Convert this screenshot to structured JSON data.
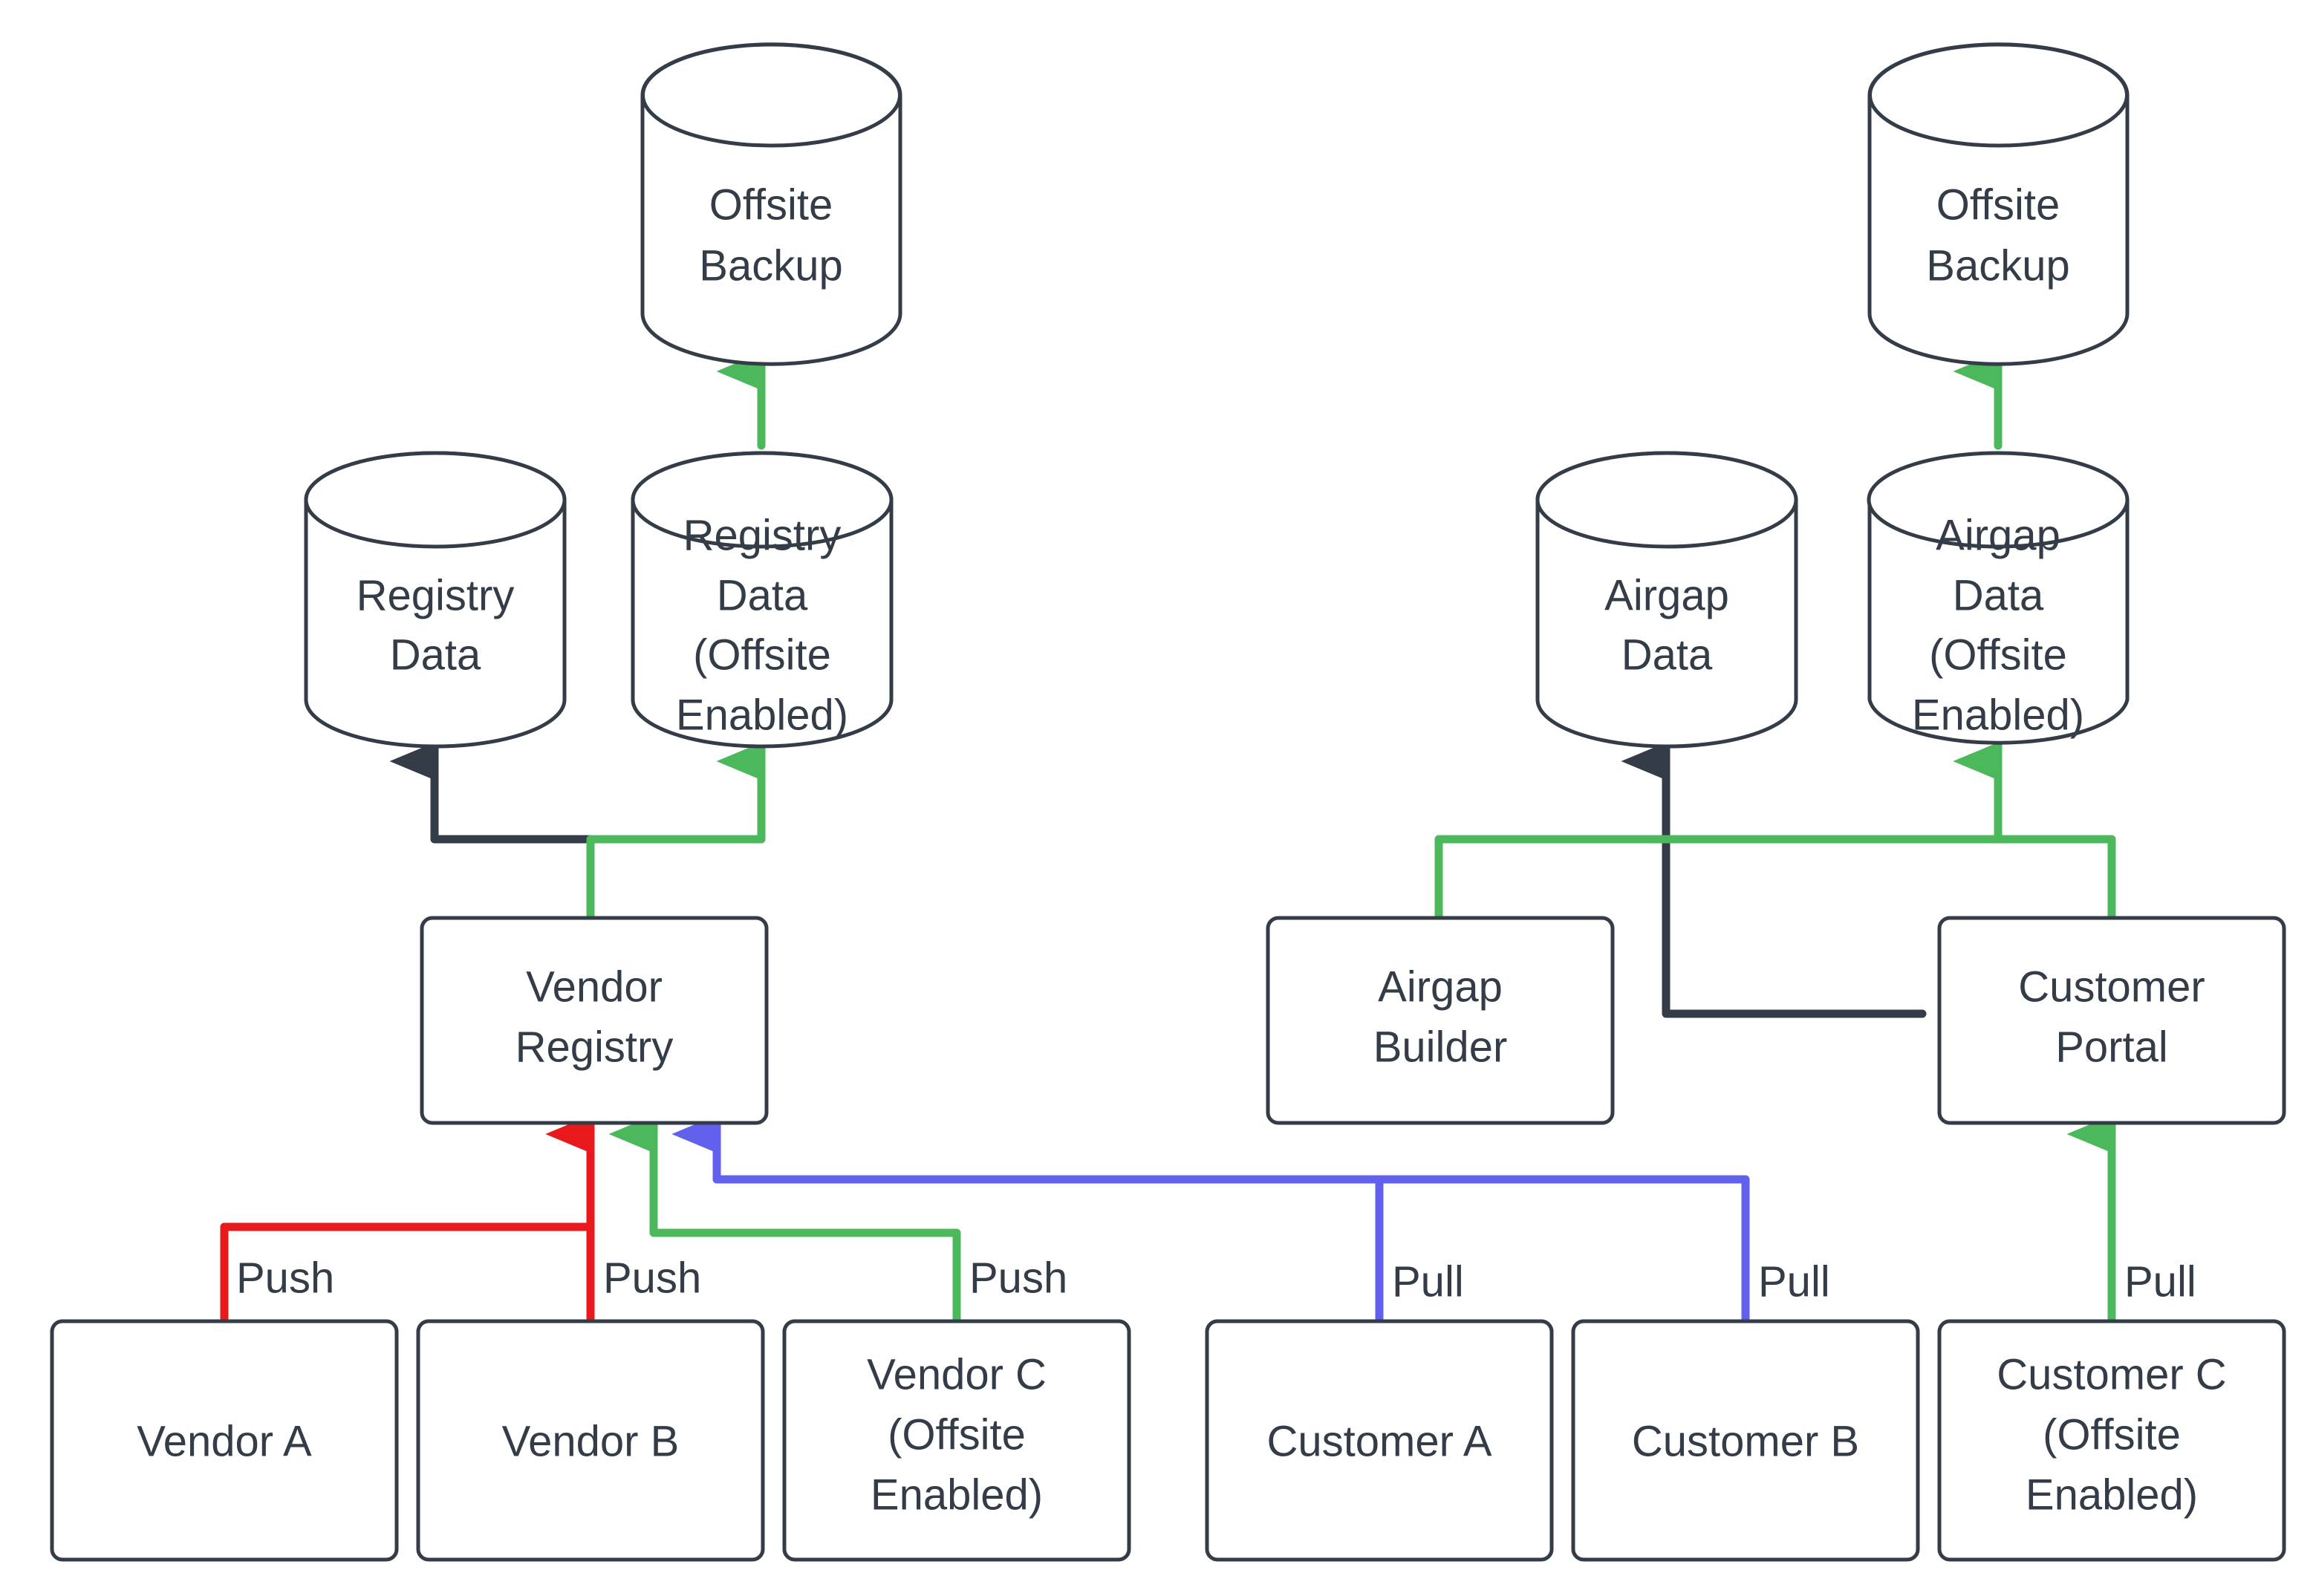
{
  "diagram": {
    "title": "Vendor Registry and Airgap Data Flow",
    "background": "#ffffff",
    "colors": {
      "stroke": "#333C47",
      "text": "#333C47",
      "green": "#4CB85C",
      "red": "#E8191B",
      "blue": "#6161EE",
      "dark": "#333C47"
    }
  },
  "nodes": {
    "offsite_backup_left": {
      "label_line1": "Offsite",
      "label_line2": "Backup",
      "shape": "cylinder"
    },
    "offsite_backup_right": {
      "label_line1": "Offsite",
      "label_line2": "Backup",
      "shape": "cylinder"
    },
    "registry_data": {
      "label_line1": "Registry",
      "label_line2": "Data",
      "shape": "cylinder"
    },
    "registry_data_offsite": {
      "label_line1": "Registry",
      "label_line2": "Data",
      "label_line3": "(Offsite",
      "label_line4": "Enabled)",
      "shape": "cylinder"
    },
    "airgap_data": {
      "label_line1": "Airgap",
      "label_line2": "Data",
      "shape": "cylinder"
    },
    "airgap_data_offsite": {
      "label_line1": "Airgap",
      "label_line2": "Data",
      "label_line3": "(Offsite",
      "label_line4": "Enabled)",
      "shape": "cylinder"
    },
    "vendor_registry": {
      "label_line1": "Vendor",
      "label_line2": "Registry",
      "shape": "rounded-rect"
    },
    "airgap_builder": {
      "label_line1": "Airgap",
      "label_line2": "Builder",
      "shape": "rounded-rect"
    },
    "customer_portal": {
      "label_line1": "Customer",
      "label_line2": "Portal",
      "shape": "rounded-rect"
    },
    "vendor_a": {
      "label_line1": "Vendor A",
      "shape": "rounded-rect"
    },
    "vendor_b": {
      "label_line1": "Vendor B",
      "shape": "rounded-rect"
    },
    "vendor_c": {
      "label_line1": "Vendor C",
      "label_line2": "(Offsite",
      "label_line3": "Enabled)",
      "shape": "rounded-rect"
    },
    "customer_a": {
      "label_line1": "Customer A",
      "shape": "rounded-rect"
    },
    "customer_b": {
      "label_line1": "Customer B",
      "shape": "rounded-rect"
    },
    "customer_c": {
      "label_line1": "Customer C",
      "label_line2": "(Offsite",
      "label_line3": "Enabled)",
      "shape": "rounded-rect"
    }
  },
  "edge_labels": {
    "vendor_a_push": "Push",
    "vendor_b_push": "Push",
    "vendor_c_push": "Push",
    "customer_a_pull": "Pull",
    "customer_b_pull": "Pull",
    "customer_c_pull": "Pull"
  },
  "edges": [
    {
      "from": "registry_data_offsite",
      "to": "offsite_backup_left",
      "color": "green"
    },
    {
      "from": "airgap_data_offsite",
      "to": "offsite_backup_right",
      "color": "green"
    },
    {
      "from": "vendor_registry",
      "to": "registry_data",
      "color": "dark"
    },
    {
      "from": "vendor_registry",
      "to": "registry_data_offsite",
      "color": "green"
    },
    {
      "from": "customer_portal",
      "to": "airgap_data",
      "color": "dark"
    },
    {
      "from": "airgap_builder",
      "to": "airgap_data_offsite",
      "color": "green"
    },
    {
      "from": "customer_portal",
      "to": "airgap_data_offsite",
      "color": "green"
    },
    {
      "from": "vendor_a",
      "to": "vendor_registry",
      "color": "red",
      "label": "Push"
    },
    {
      "from": "vendor_b",
      "to": "vendor_registry",
      "color": "red",
      "label": "Push"
    },
    {
      "from": "vendor_c",
      "to": "vendor_registry",
      "color": "green",
      "label": "Push"
    },
    {
      "from": "customer_a",
      "to": "vendor_registry",
      "color": "blue",
      "label": "Pull"
    },
    {
      "from": "customer_b",
      "to": "vendor_registry",
      "color": "blue",
      "label": "Pull"
    },
    {
      "from": "customer_c",
      "to": "customer_portal",
      "color": "green",
      "label": "Pull"
    }
  ]
}
